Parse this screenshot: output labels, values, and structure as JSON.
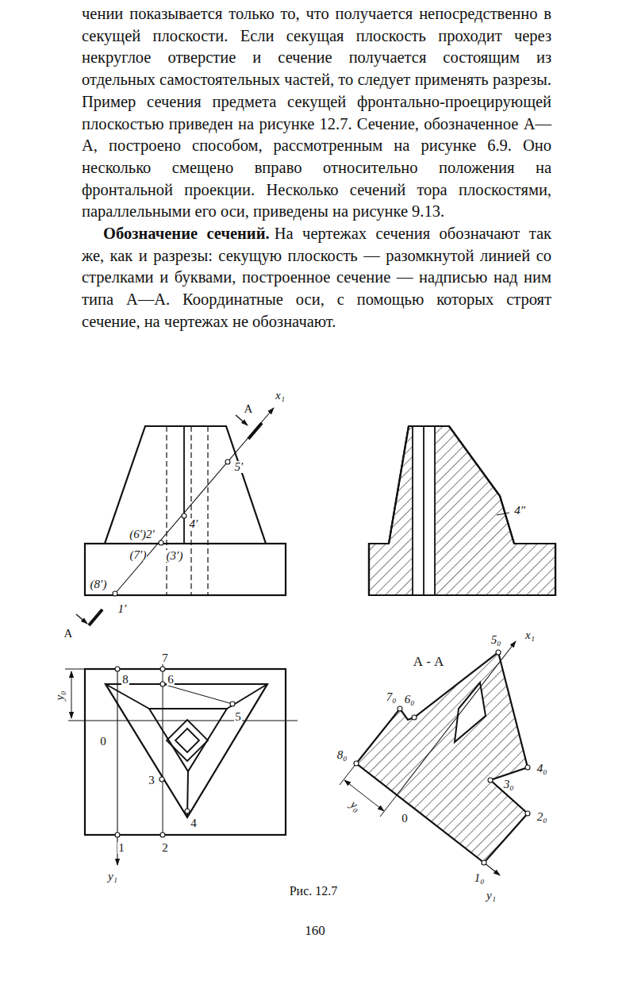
{
  "diagram": {
    "caption": "Рис. 12.7",
    "labels": [
      "чении показывается только то, что получается непосредственно в секущей плоскости. Если секущая плоскость проходит через некруглое отверстие и сечение получается состоящим из отдельных самостоятельных частей, то следует применять разрезы. Пример сечения предмета секущей фронтально-проецирующей плоскостью приведен на рисунке 12.7. Сечение, обозначенное А—А, построено способом, рассмотренным на рисунке 6.9. Оно несколько смещено вправо относительно положения на фронтальной проекции. Несколько сечений тора плоскостями, параллельными его оси, приведены на рисунке 9.13.",
      "Обозначение сечений.",
      "На чертежах сечения обозначают так же, как и разрезы: секущую плоскость — разомкнутой линией со стрелками и буквами, построенное сечение — надписью над ним типа А—А. Координатные оси, с помощью которых строят сечение, на чертежах не обозначают.",
      "А",
      "x₁",
      "5′",
      "4′",
      "(6′)2′",
      "(7′)",
      "(3′)",
      "(8′)",
      "1′",
      "А",
      "4″",
      "7",
      "8",
      "6",
      "5",
      "y₀",
      "0",
      "3",
      "4",
      "1",
      "2",
      "y₁",
      "А - А",
      "5₀",
      "x₁",
      "7₀",
      "6₀",
      "8₀",
      "4₀",
      "3₀",
      "2₀",
      "y₀",
      "0",
      "1₀",
      "y₁",
      "160"
    ]
  }
}
